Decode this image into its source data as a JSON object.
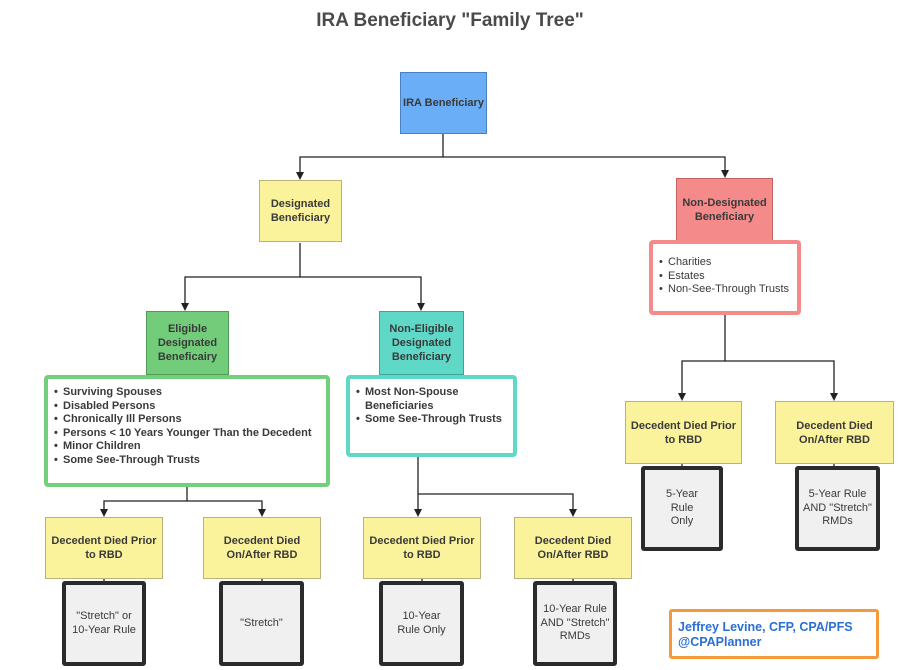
{
  "title": "IRA Beneficiary \"Family Tree\"",
  "nodes": {
    "root": "IRA Beneficiary",
    "designated": "Designated Beneficiary",
    "non_designated": "Non-Designated Beneficiary",
    "eligible": "Eligible Designated Beneficairy",
    "non_eligible": "Non-Eligible Designated Beneficiary"
  },
  "lists": {
    "eligible": [
      "Surviving Spouses",
      "Disabled Persons",
      "Chronically Ill Persons",
      "Persons < 10 Years Younger Than the Decedent",
      "Minor Children",
      "Some See-Through Trusts"
    ],
    "non_eligible": [
      "Most Non-Spouse Beneficiaries",
      "Some See-Through Trusts"
    ],
    "non_designated": [
      "Charities",
      "Estates",
      "Non-See-Through Trusts"
    ]
  },
  "timing": {
    "prior": "Decedent Died Prior to RBD",
    "after": "Decedent Died On/After RBD"
  },
  "outcomes": {
    "edb_prior": "\"Stretch\" or 10-Year Rule",
    "edb_after": "\"Stretch\"",
    "nedb_prior": "10-Year Rule Only",
    "nedb_after": "10-Year Rule AND \"Stretch\" RMDs",
    "nd_prior": "5-Year Rule Only",
    "nd_after": "5-Year Rule AND \"Stretch\" RMDs"
  },
  "credit": {
    "name": "Jeffrey Levine, CFP, CPA/PFS",
    "handle": "@CPAPlanner"
  },
  "colors": {
    "blue": "#6aaef7",
    "yellow": "#fbf39b",
    "green": "#72cc7a",
    "teal": "#5fd8c8",
    "red": "#f48a8a",
    "dark_border": "#2b2b2b",
    "credit_border": "#f39a3c",
    "credit_text": "#2a6fd6"
  }
}
